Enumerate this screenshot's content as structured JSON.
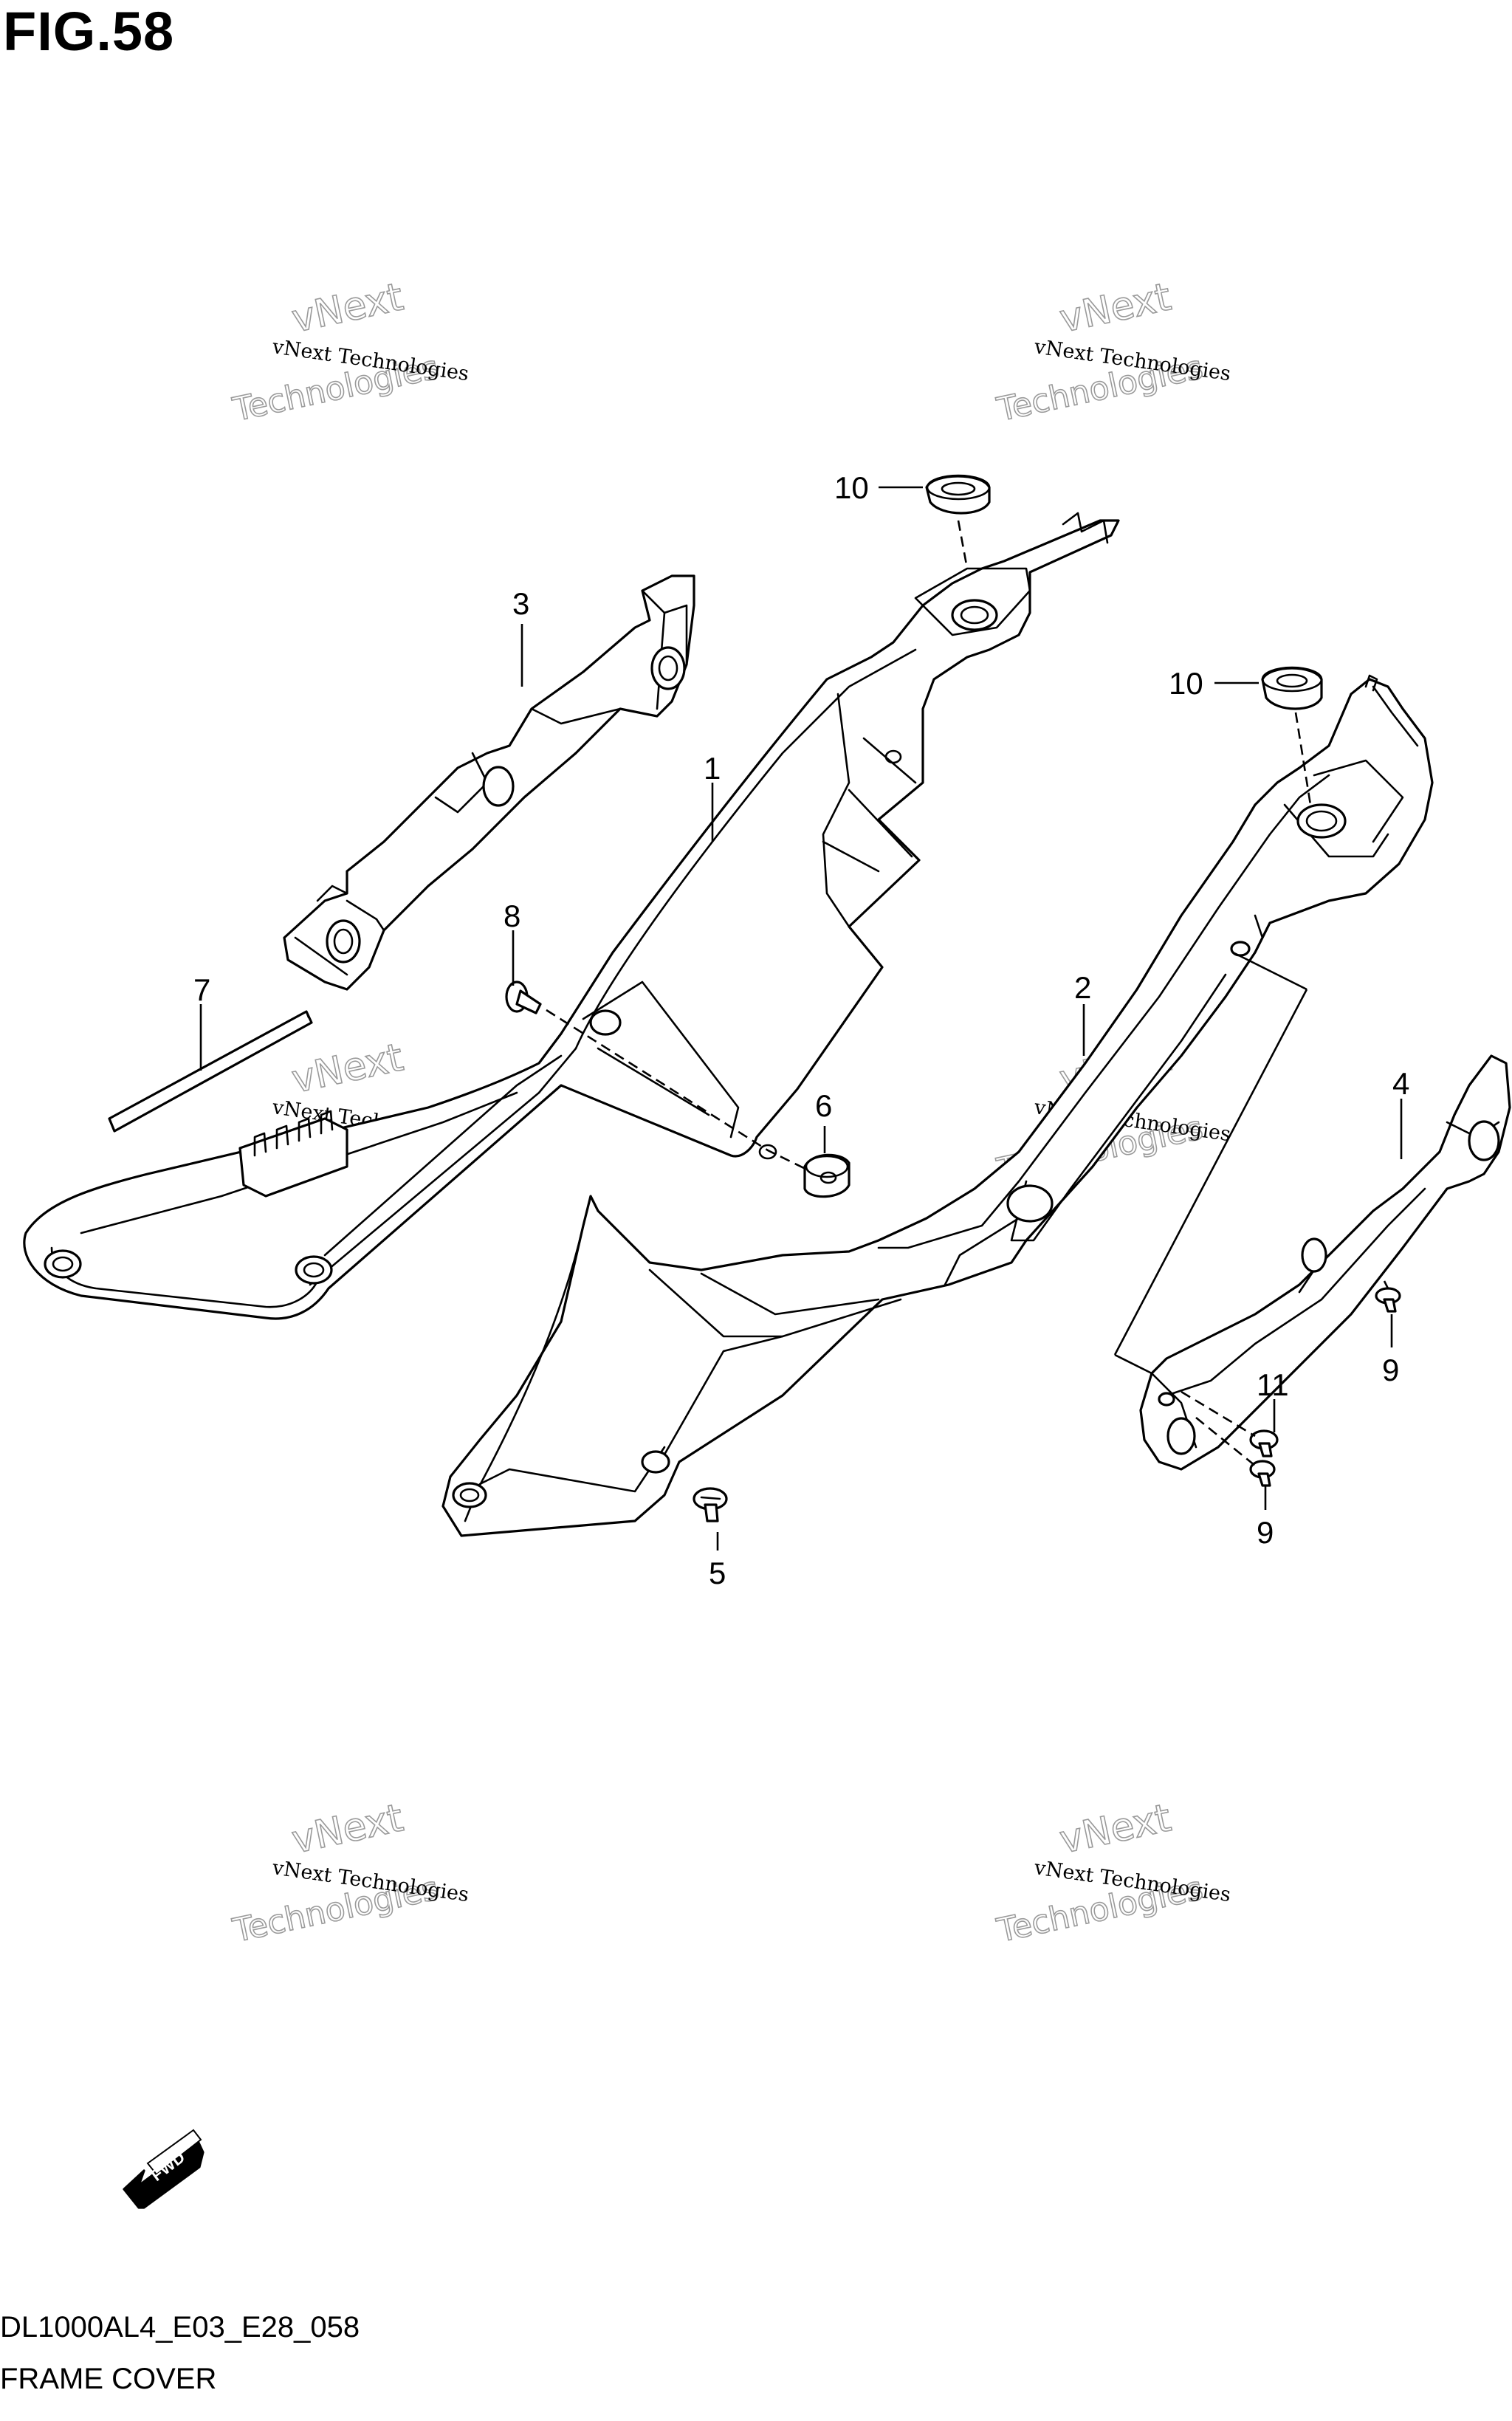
{
  "figure": {
    "title": "FIG.58",
    "code": "DL1000AL4_E03_E28_058",
    "caption": "FRAME COVER"
  },
  "callouts": [
    "1",
    "2",
    "3",
    "4",
    "5",
    "6",
    "7",
    "8",
    "9",
    "9",
    "10",
    "10",
    "11"
  ],
  "watermark": {
    "line_small": "vNext Technologies",
    "line_big_1": "vNext",
    "line_big_2": "Technologies"
  },
  "fwd_label": "FWD"
}
